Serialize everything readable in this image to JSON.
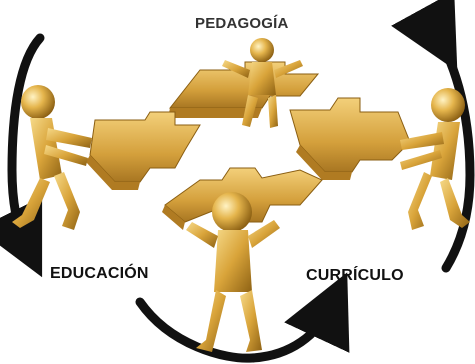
{
  "labels": {
    "top": "PEDAGOGÍA",
    "left": "EDUCACIÓN",
    "right": "CURRÍCULO"
  },
  "colors": {
    "gold_light": "#f4d27a",
    "gold_mid": "#d9a43a",
    "gold_dark": "#9a6a18",
    "arrow_black": "#111111"
  },
  "icons": [
    "gold-figure-icon",
    "puzzle-arrow-icon",
    "cycle-arrow-icon"
  ]
}
